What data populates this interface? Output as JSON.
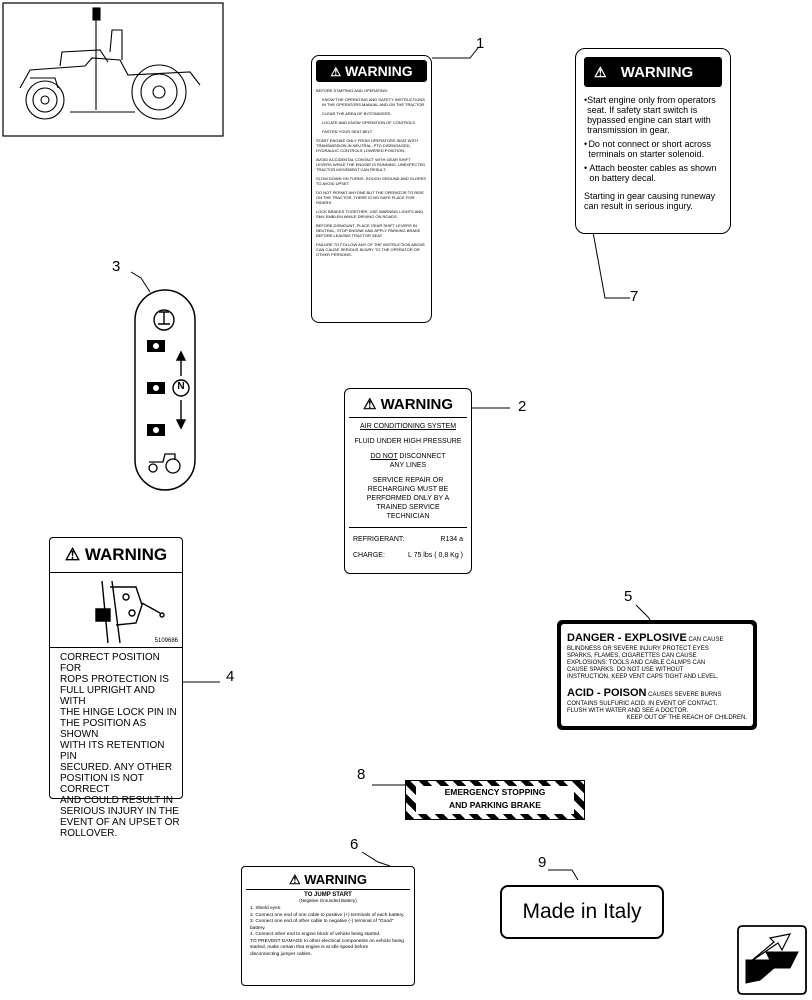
{
  "callouts": {
    "c1": "1",
    "c2": "2",
    "c3": "3",
    "c4": "4",
    "c5": "5",
    "c6": "6",
    "c7": "7",
    "c8": "8",
    "c9": "9"
  },
  "decal1": {
    "header": "WARNING",
    "lines": [
      "BEFORE STARTING AND OPERATING:",
      "KNOW THE OPERATING AND SAFETY INSTRUCTIONS IN THE OPERATORS MANUAL AND ON THE TRACTOR.",
      "CLEAR THE AREA OF BYSTANDERS.",
      "LOCATE AND KNOW OPERATION OF CONTROLS.",
      "FASTEN YOUR SEAT BELT.",
      "START ENGINE ONLY FROM OPERATORS SEAT WITH TRANSMISSION IN NEUTRAL, PTO DISENGAGED, HYDRAULIC CONTROLS LOWERED POSITION.",
      "AVOID ACCIDENTAL CONTACT WITH GEAR SHIFT LEVERS WHILE THE ENGINE IS RUNNING. UNEXPECTED TRACTOR MOVEMENT CAN RESULT.",
      "SLOW DOWN ON TURNS, ROUGH GROUND AND SLOPES TO AVOID UPSET.",
      "DO NOT PERMIT ANYONE BUT THE OPERATOR TO RIDE ON THE TRACTOR. THERE IS NO SAFE PLACE FOR RIDERS.",
      "LOCK BRAKES TOGETHER. USE WARNING LIGHTS AND SMV EMBLEM WHILE DRIVING ON ROADS.",
      "BEFORE DISMOUNT, PLACE GEAR SHIFT LEVERS IN NEUTRAL, STOP ENGINE AND APPLY PARKING BRAKE BEFORE LEAVING TRACTOR SEAT.",
      "FAILURE TO FOLLOW ANY OF THE INSTRUCTION ABOVE CAN CAUSE SERIOUS INJURY TO THE OPERATOR OR OTHER PERSONS."
    ]
  },
  "decal7": {
    "header": "WARNING",
    "bullets": [
      "Start engine only from operators seat. If safety start switch is bypassed engine can start with transmission in gear.",
      "Do not connect or short across terminals on starter solenoid.",
      "Attach beoster cables as shown on battery decal."
    ],
    "footer": "Starting in gear causing runeway can result in serious ingury."
  },
  "decal2": {
    "header": "WARNING",
    "subtitle": "AIR CONDITIONING SYSTEM",
    "line1": "FLUID UNDER HIGH PRESSURE",
    "line2a": "DO NOT",
    "line2b": " DISCONNECT",
    "line3": "ANY LINES",
    "line4": "SERVICE REPAIR OR",
    "line5": "RECHARGING MUST BE",
    "line6": "PERFORMED ONLY BY A",
    "line7": "TRAINED SERVICE",
    "line8": "TECHNICIAN",
    "ref_label": "REFRIGERANT:",
    "ref_value": "R134 a",
    "charge_label": "CHARGE:",
    "charge_value": "L 75  lbs  ( 0,8  Kg )"
  },
  "decal3": {
    "neutral_symbol": "N"
  },
  "decal4": {
    "header": "WARNING",
    "image_code": "5109686",
    "lines": [
      "CORRECT POSITION FOR",
      "ROPS PROTECTION IS",
      "FULL UPRIGHT AND WITH",
      "THE HINGE LOCK PIN IN",
      "THE POSITION AS SHOWN",
      "WITH ITS RETENTION PIN",
      "SECURED. ANY OTHER",
      "POSITION IS NOT CORRECT",
      "AND COULD RESULT IN",
      "SERIOUS INJURY IN THE",
      "EVENT OF AN UPSET OR",
      "ROLLOVER."
    ]
  },
  "decal5": {
    "danger_title": "DANGER - EXPLOSIVE",
    "danger_rest": " CAN CAUSE",
    "danger_lines": [
      "BLINDNESS OR SEVERE INJURY PROTECT EYES",
      "SPARKS, FLAMES, CIGARETTES CAN CAUSE",
      "EXPLOSIONS: TOOLS AND CABLE CALMPS CAN",
      "CAUSE SPARKS. DO NOT USE WITHOUT",
      "INSTRUCTION. KEEP VENT CAPS TIGHT AND LEVEL."
    ],
    "acid_title": "ACID - POISON",
    "acid_rest": " CAUSES SEVERE BURNS",
    "acid_lines": [
      "CONTAINS SULFURIC ACID. IN EVENT OF CONTACT.",
      "FLUSH WITH WATER AND SEE A DOCTOR.",
      "KEEP  OUT  OF  THE  REACH  OF  CHILDREN."
    ]
  },
  "decal8": {
    "line1": "EMERGENCY STOPPING",
    "line2": "AND PARKING BRAKE"
  },
  "decal6": {
    "header": "WARNING",
    "title": "TO JUMP START",
    "subtitle": "(Negative Grounded Battery)",
    "lines": [
      "1. Shield eyes.",
      "2. Connect one end of one cable to positive (+) terminals of each battery.",
      "3. Connect one end of other cable to negative (-) terminal of \"Good\" battery.",
      "4. Connect other end to engine block of vehicle being started.",
      "TO PREVENT DAMAGE to other electrical components on vehicle being",
      "started, make certain that engine is at idle speed before",
      "disconnecting jumper cables."
    ]
  },
  "decal9": {
    "text": "Made in Italy"
  }
}
